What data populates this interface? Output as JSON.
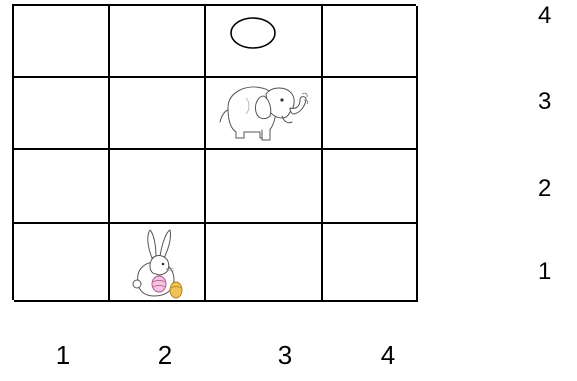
{
  "grid": {
    "columns": 4,
    "rows": 4,
    "row_labels": [
      "4",
      "3",
      "2",
      "1"
    ],
    "column_labels": [
      "1",
      "2",
      "3",
      "4"
    ],
    "cells": [
      {
        "column": "3",
        "row": "4",
        "content": "oval-icon"
      },
      {
        "column": "3",
        "row": "3",
        "content": "elephant-icon"
      },
      {
        "column": "2",
        "row": "1",
        "content": "rabbit-icon"
      }
    ]
  }
}
